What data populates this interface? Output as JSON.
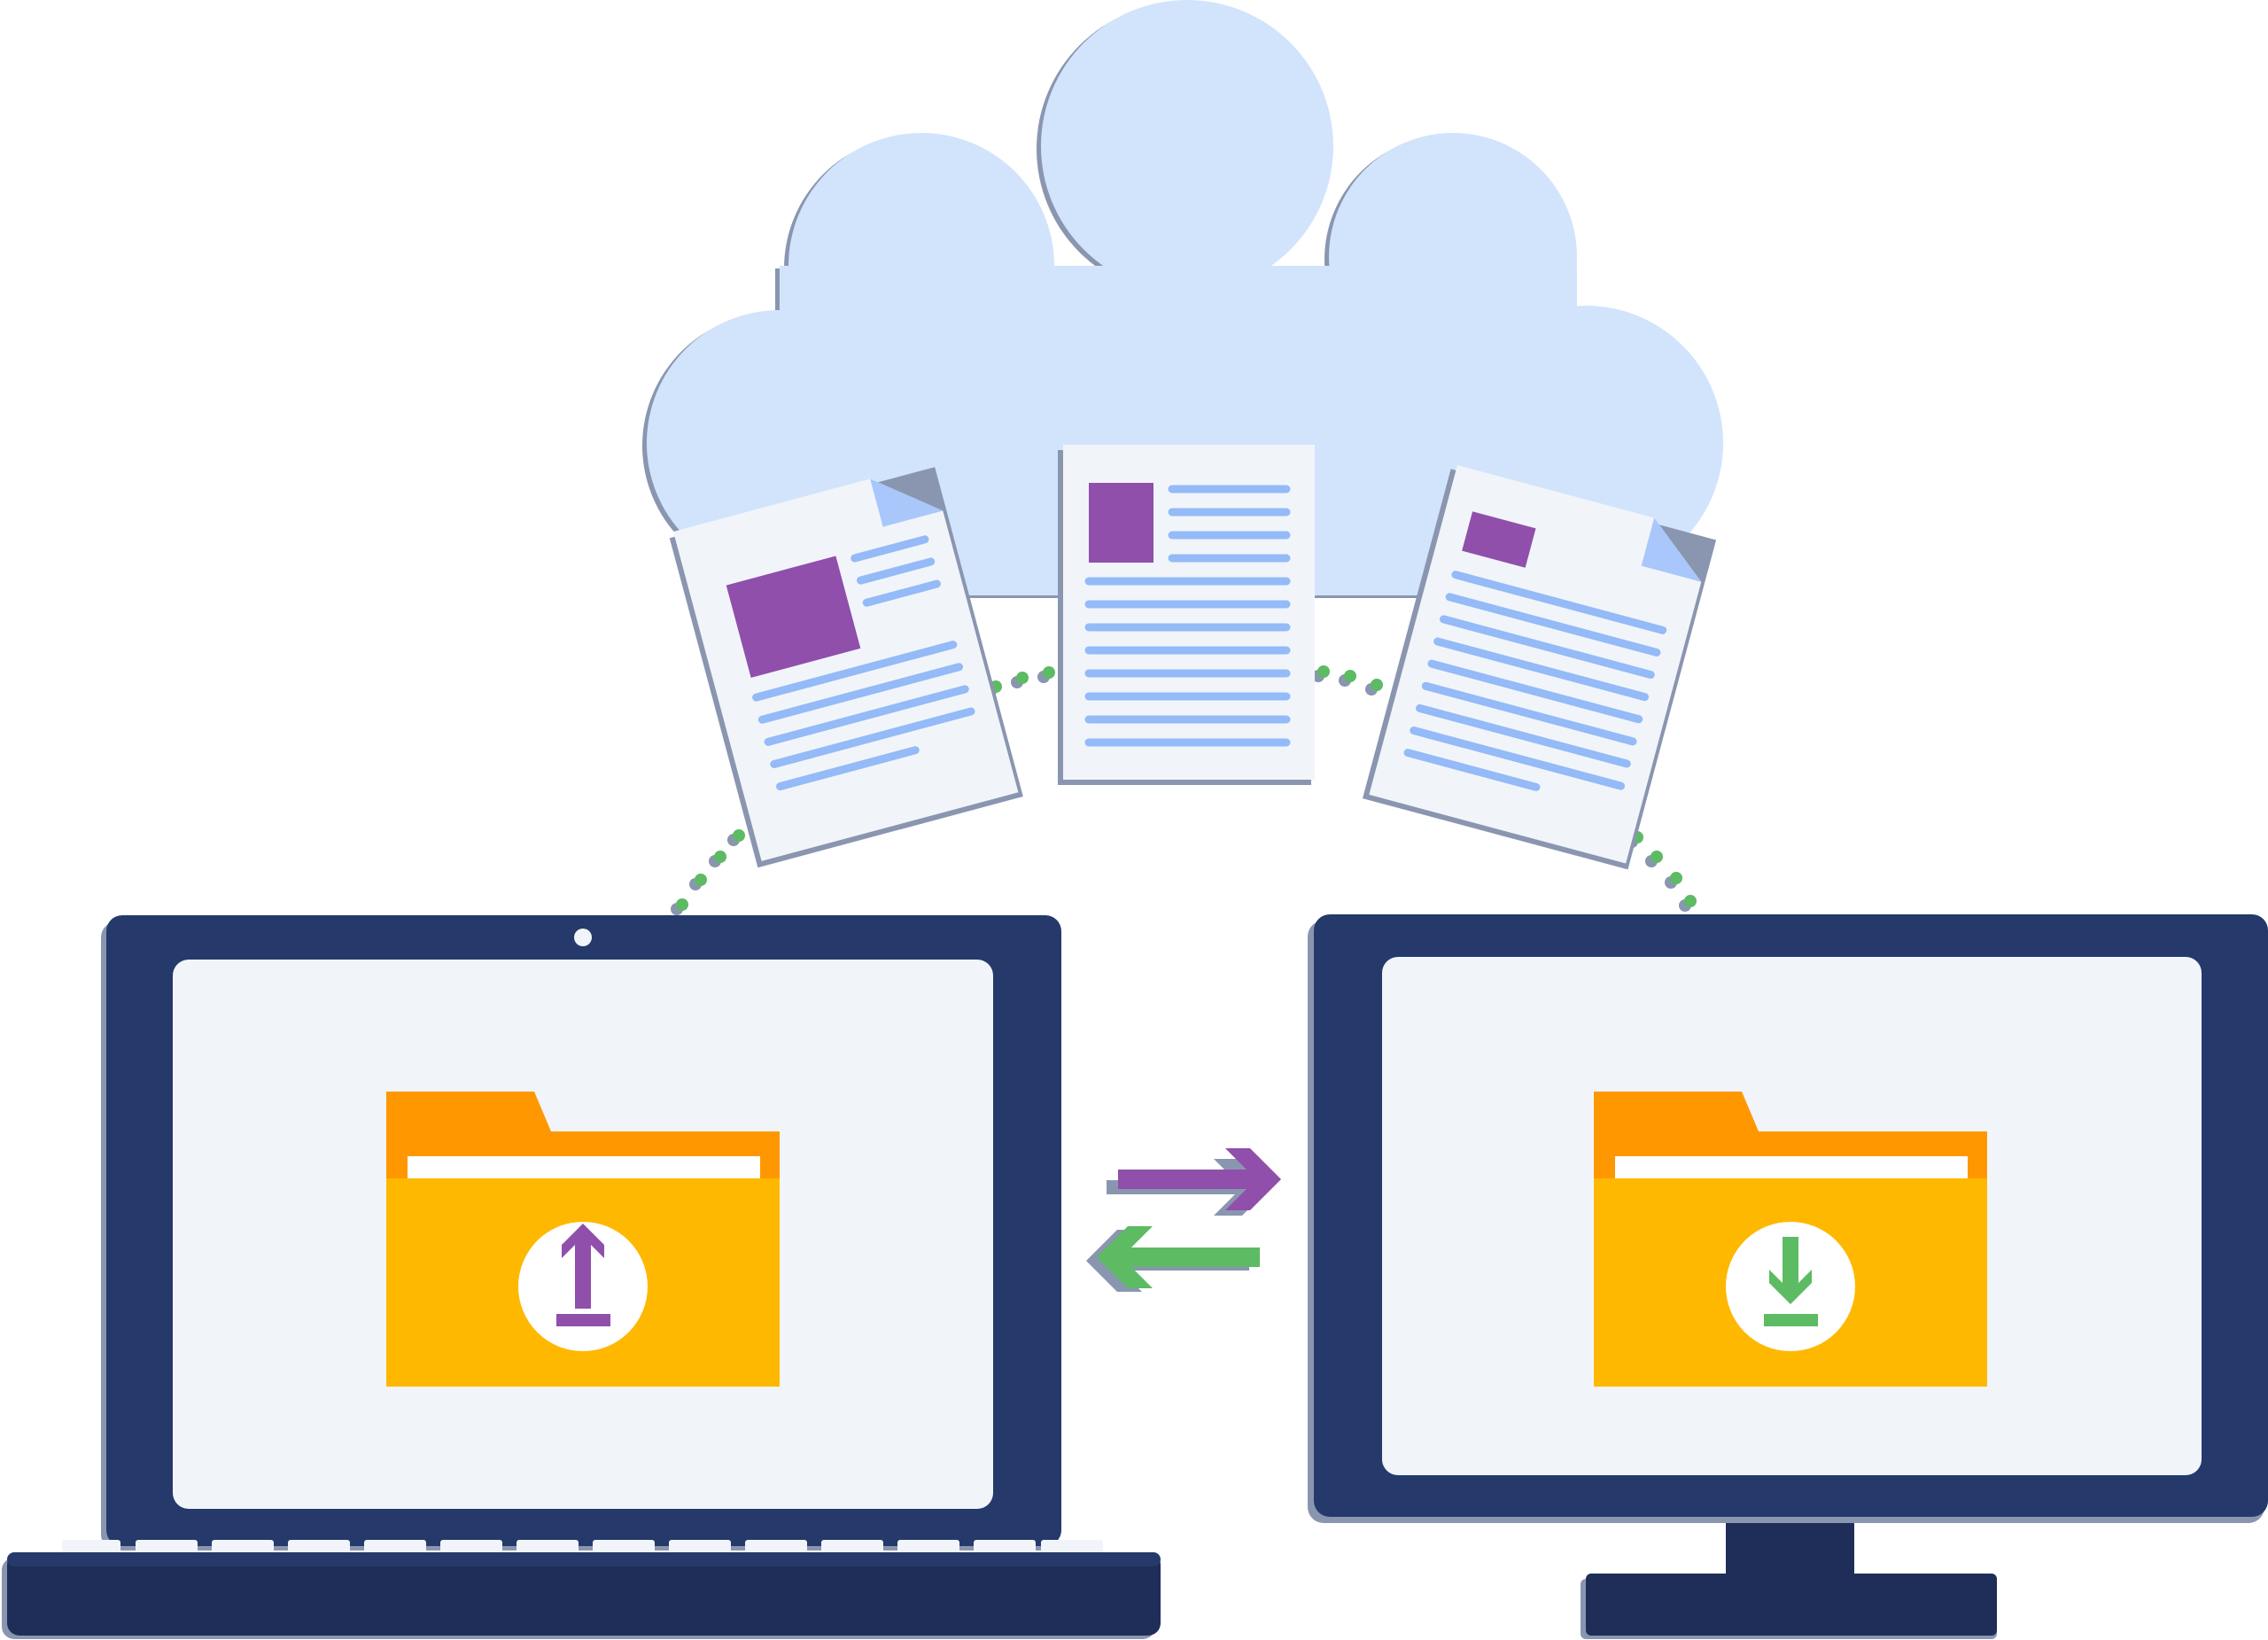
{
  "scene": {
    "cloud": {
      "icon": "cloud-icon"
    },
    "documents": [
      {
        "name": "document-left",
        "icon": "document-icon"
      },
      {
        "name": "document-center",
        "icon": "document-icon"
      },
      {
        "name": "document-right",
        "icon": "document-icon"
      }
    ],
    "laptop": {
      "icon": "laptop-icon",
      "folder_icon": "folder-upload-icon",
      "arrow": "upload-arrow-icon"
    },
    "monitor": {
      "icon": "monitor-icon",
      "folder_icon": "folder-download-icon",
      "arrow": "download-arrow-icon"
    },
    "sync": {
      "icons": [
        "arrow-right-icon",
        "arrow-left-icon"
      ]
    }
  },
  "colors": {
    "cloud": "#d2e4fc",
    "device_frame": "#253a6a",
    "device_base": "#1f2e58",
    "screen": "#f1f5fa",
    "folder_front": "#ffb800",
    "folder_back": "#ff9800",
    "paper": "#f1f5fa",
    "paper_line": "#94baf7",
    "paper_block": "#8f4fab",
    "upload_accent": "#8f4fab",
    "download_accent": "#5cbb63",
    "dots_green": "#5cbb63",
    "dots_gray": "#8a96b0",
    "shadow": "#8a96b0"
  }
}
